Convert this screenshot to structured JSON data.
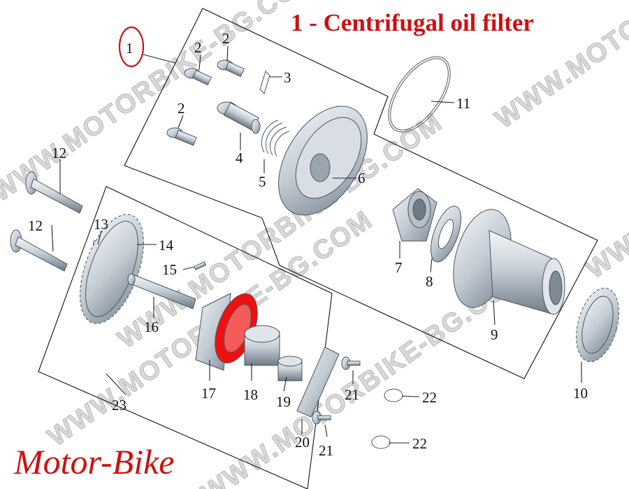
{
  "title": "1 - Centrifugal oil filter",
  "brand": "Motor-Bike",
  "watermark": "WWW.MOTORBIKE-BG.COM",
  "colors": {
    "title": "#cc1111",
    "brand": "#cc1111",
    "highlight": "#ee1111",
    "callout_circle": "#cc1111",
    "part_metal": "#c4ccd4",
    "part_shadow": "#7e8a96"
  },
  "highlighted_part": "17",
  "labels": {
    "l1": "1",
    "l2a": "2",
    "l2b": "2",
    "l2c": "2",
    "l3": "3",
    "l4": "4",
    "l5": "5",
    "l6": "6",
    "l7": "7",
    "l8": "8",
    "l9": "9",
    "l10": "10",
    "l11": "11",
    "l12a": "12",
    "l12b": "12",
    "l13": "13",
    "l14": "14",
    "l15": "15",
    "l16": "16",
    "l17": "17",
    "l18": "18",
    "l19": "19",
    "l20": "20",
    "l21a": "21",
    "l21b": "21",
    "l22a": "22",
    "l22b": "22",
    "l23": "23"
  }
}
